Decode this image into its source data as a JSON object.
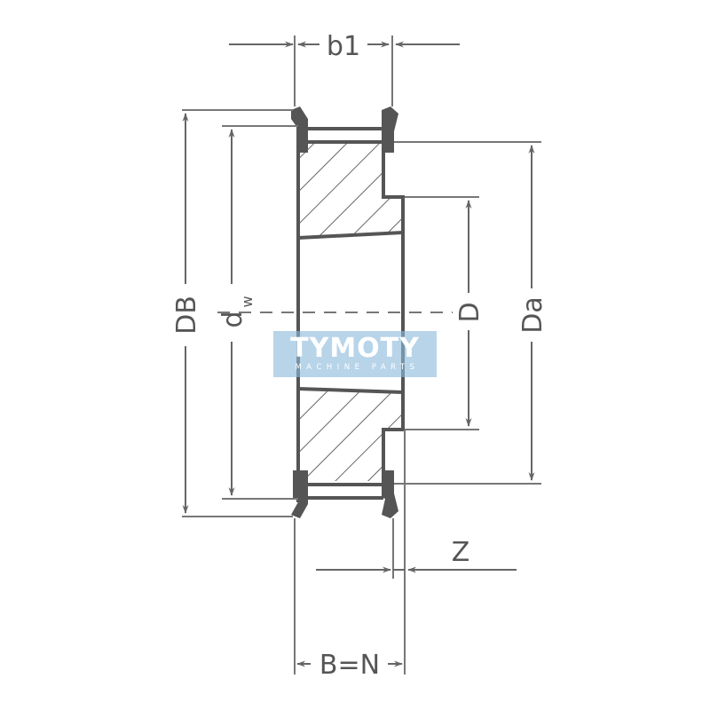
{
  "diagram": {
    "type": "technical-drawing",
    "subject": "timing belt pulley cross-section with flanges",
    "colors": {
      "line": "#666666",
      "solid": "#555555",
      "watermark_bg": "#8cb9dc",
      "watermark_text": "#ffffff"
    },
    "dimensions": {
      "b1": "b1",
      "DB": "DB",
      "dw_main": "d",
      "dw_sub": "w",
      "D": "D",
      "Da": "Da",
      "Z": "Z",
      "BN": "B=N"
    }
  },
  "watermark": {
    "title": "TYMOTY",
    "subtitle": "MACHINE PARTS"
  }
}
